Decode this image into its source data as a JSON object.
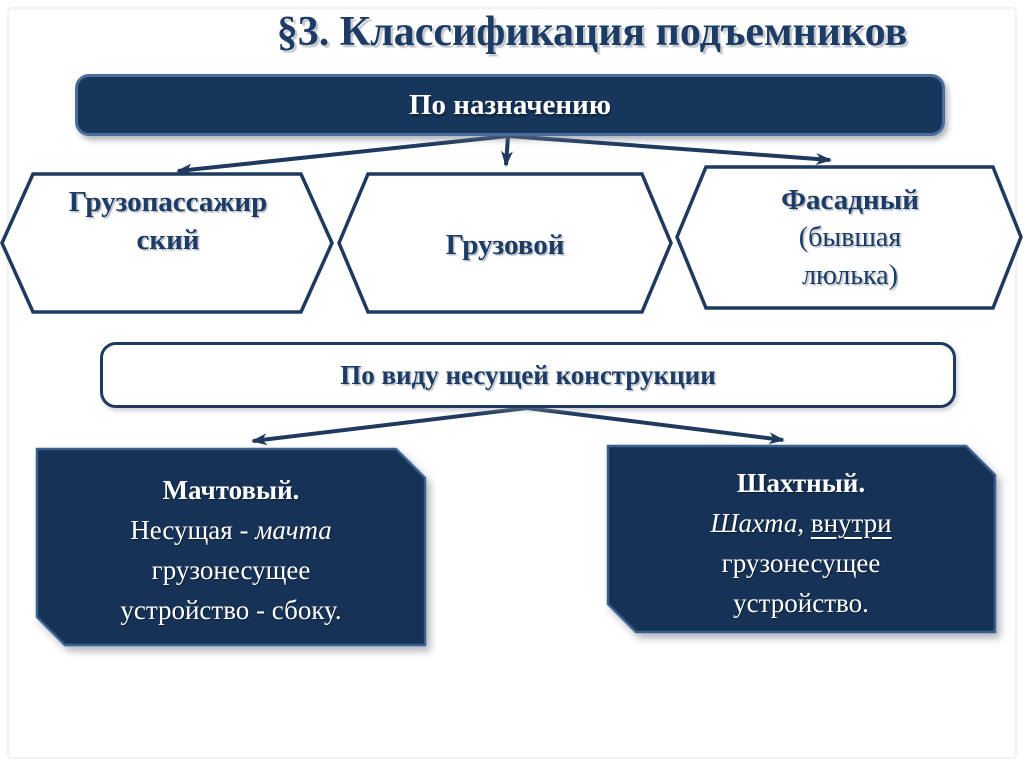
{
  "slide": {
    "title": "§3. Классификация подъемников"
  },
  "level1": {
    "header": "По назначению",
    "items": {
      "cargo_passenger": {
        "line1": "Грузопассажир",
        "line2": "ский"
      },
      "cargo": {
        "line1": "Грузовой"
      },
      "facade": {
        "line1": "Фасадный",
        "line2": "(бывшая",
        "line3": "люлька)"
      }
    }
  },
  "level2": {
    "header": "По виду несущей конструкции",
    "mast": {
      "title": "Мачтовый.",
      "line2_a": "Несущая - ",
      "line2_b": " мачта",
      "line3": "грузонесущее",
      "line4": "устройство - сбоку."
    },
    "shaft": {
      "title": "Шахтный.",
      "line2_a": "Шахта",
      "line2_b": ", ",
      "line2_c": "внутри",
      "line3": "грузонесущее",
      "line4": "устройство."
    }
  },
  "colors": {
    "navy_line": "#1f3a5e",
    "navy_fill": "#163256",
    "header_fill": "#17365c",
    "steel_border": "#4a6d9b",
    "bevel": "#3b608e",
    "title_text": "#1c3c66",
    "white": "#ffffff"
  }
}
